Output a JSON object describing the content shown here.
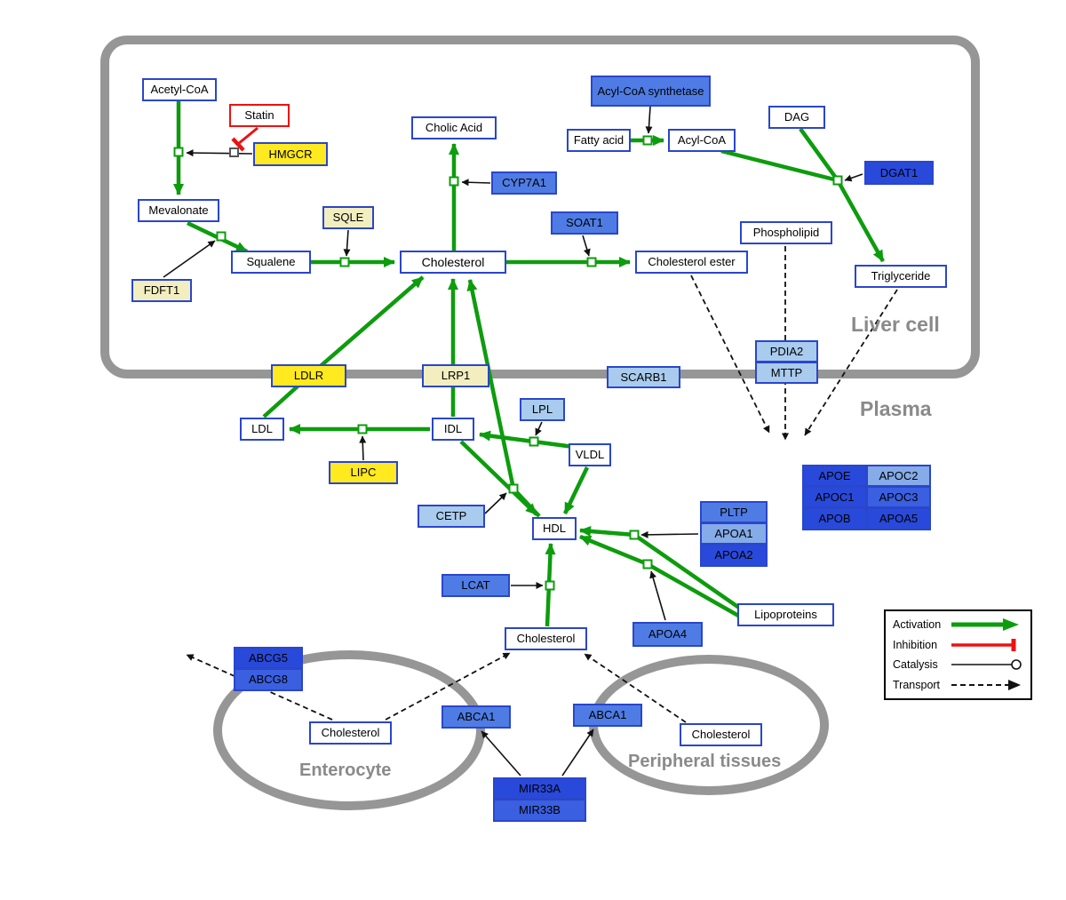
{
  "compartments": {
    "liver": "Liver cell",
    "plasma": "Plasma",
    "enterocyte": "Enterocyte",
    "peripheral": "Peripheral tissues"
  },
  "nodes": {
    "acetyl_coa": "Acetyl-CoA",
    "statin": "Statin",
    "mevalonate": "Mevalonate",
    "squalene": "Squalene",
    "cholic_acid": "Cholic Acid",
    "cholesterol_liver": "Cholesterol",
    "fatty_acid": "Fatty acid",
    "acyl_coa": "Acyl-CoA",
    "dag": "DAG",
    "phospholipid": "Phospholipid",
    "triglyceride": "Triglyceride",
    "cholesterol_ester": "Cholesterol ester",
    "hmgcr": "HMGCR",
    "sqle": "SQLE",
    "fdft1": "FDFT1",
    "cyp7a1": "CYP7A1",
    "soat1": "SOAT1",
    "acyl_coa_synthetase": "Acyl-CoA synthetase",
    "dgat1": "DGAT1",
    "ldlr": "LDLR",
    "lrp1": "LRP1",
    "scarb1": "SCARB1",
    "pdia2": "PDIA2",
    "mttp": "MTTP",
    "ldl": "LDL",
    "idl": "IDL",
    "vldl": "VLDL",
    "lpl": "LPL",
    "lipc": "LIPC",
    "cetp": "CETP",
    "hdl": "HDL",
    "lcat": "LCAT",
    "pltp": "PLTP",
    "apoa1": "APOA1",
    "apoa2": "APOA2",
    "apoa4": "APOA4",
    "apoe": "APOE",
    "apoc2": "APOC2",
    "apoc1": "APOC1",
    "apoc3": "APOC3",
    "apob": "APOB",
    "apoa5": "APOA5",
    "lipoproteins": "Lipoproteins",
    "cholesterol_plasma": "Cholesterol",
    "abcg5": "ABCG5",
    "abcg8": "ABCG8",
    "cholesterol_enterocyte": "Cholesterol",
    "abca1_enterocyte": "ABCA1",
    "abca1_peripheral": "ABCA1",
    "cholesterol_peripheral": "Cholesterol",
    "mir33a": "MIR33A",
    "mir33b": "MIR33B"
  },
  "legend": {
    "activation": "Activation",
    "inhibition": "Inhibition",
    "catalysis": "Catalysis",
    "transport": "Transport"
  },
  "colors": {
    "activation_green": "#0d9c0d",
    "inhibition_red": "#ee1111",
    "membrane_gray": "#969696",
    "node_border_blue": "#2a46cc",
    "gene_yellow": "#ffe91f",
    "gene_pale_yellow": "#f2eebf",
    "gene_blue_light": "#a9cbee",
    "gene_blue_medium": "#4f7ce4",
    "gene_blue_dark": "#2949da"
  }
}
